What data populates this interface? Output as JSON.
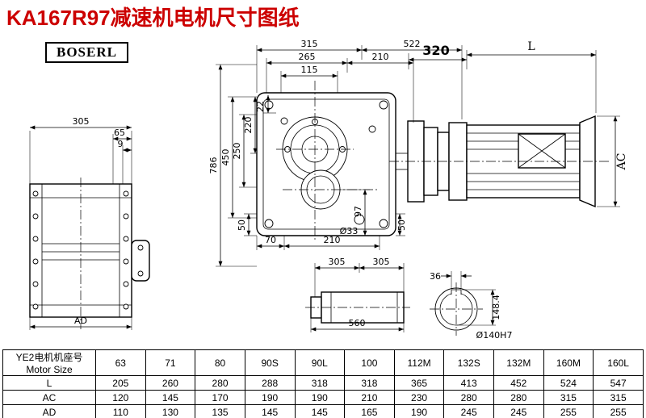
{
  "page": {
    "title": "KA167R97减速机电机尺寸图纸",
    "logo": "BOSERL"
  },
  "drawing": {
    "dims": {
      "top315": "315",
      "top522": "522",
      "top265": "265",
      "top210": "210",
      "top115": "115",
      "left22": "22",
      "left220": "220",
      "left250": "250",
      "left450": "450",
      "left786": "786",
      "bot50l": "50",
      "bot70": "70",
      "bot210": "210",
      "dia33": "Ø33",
      "bot50r": "50",
      "right97": "97",
      "m320": "320",
      "mL": "L",
      "mAC": "AC",
      "lv305": "305",
      "lv65": "65",
      "lv9": "9",
      "lvAD": "AD",
      "sh305a": "305",
      "sh305b": "305",
      "sh560": "560",
      "bore36": "36",
      "bore1484": "148.4",
      "bore140": "Ø140H7"
    }
  },
  "table": {
    "header_cn": "YE2电机机座号",
    "header_en": "Motor Size",
    "columns": [
      "63",
      "71",
      "80",
      "90S",
      "90L",
      "100",
      "112M",
      "132S",
      "132M",
      "160M",
      "160L"
    ],
    "rows": [
      {
        "label": "L",
        "values": [
          "205",
          "260",
          "280",
          "288",
          "318",
          "318",
          "365",
          "413",
          "452",
          "524",
          "547"
        ]
      },
      {
        "label": "AC",
        "values": [
          "120",
          "145",
          "170",
          "190",
          "190",
          "210",
          "230",
          "280",
          "280",
          "315",
          "315"
        ]
      },
      {
        "label": "AD",
        "values": [
          "110",
          "130",
          "135",
          "145",
          "145",
          "165",
          "190",
          "245",
          "245",
          "255",
          "255"
        ]
      }
    ]
  }
}
